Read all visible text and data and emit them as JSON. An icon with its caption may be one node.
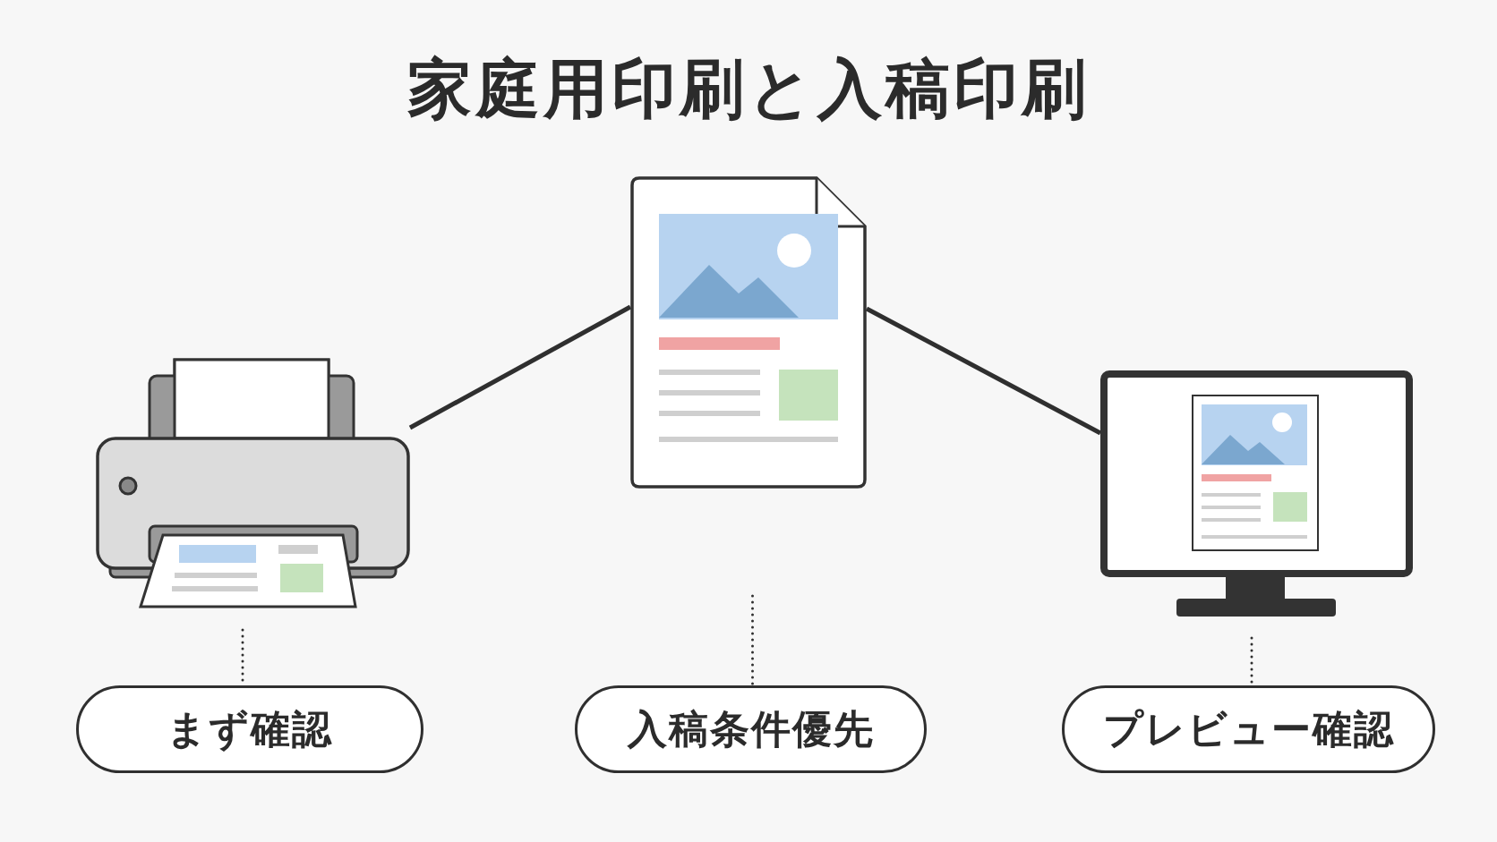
{
  "diagram": {
    "title": "家庭用印刷と入稿印刷",
    "nodes": [
      {
        "text": [],
        "shape": "picture"
      },
      {
        "text": [],
        "shape": "picture"
      },
      {
        "text": [],
        "shape": "picture"
      },
      {
        "text": [
          "まず確認"
        ]
      },
      {
        "text": [
          "入稿条件優先"
        ]
      },
      {
        "text": [
          "プレビュー確認"
        ]
      }
    ],
    "edges": [
      {
        "from": 1,
        "to": 0,
        "arrow": "none"
      },
      {
        "from": 1,
        "to": 2,
        "arrow": "none"
      },
      {
        "from": 0,
        "to": 3,
        "arrow": "none",
        "style": "dashed"
      },
      {
        "from": null,
        "to": 4,
        "arrow": "none",
        "style": "dashed"
      },
      {
        "from": 2,
        "to": 5,
        "arrow": "none",
        "style": "dashed"
      }
    ]
  }
}
